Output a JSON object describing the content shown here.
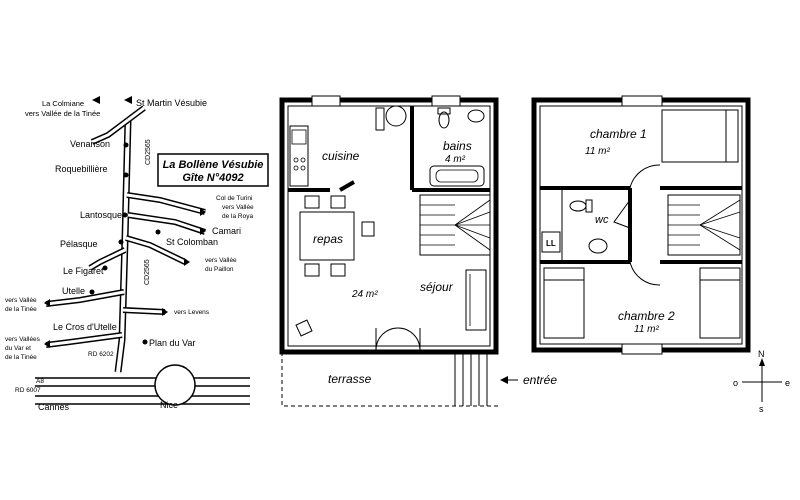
{
  "map": {
    "towns": {
      "st_martin": "St Martin Vésubie",
      "venanson": "Venanson",
      "roquebilliere": "Roquebillière",
      "lantosque": "Lantosque",
      "pelasque": "Pélasque",
      "figaret": "Le Figaret",
      "utelle": "Utelle",
      "cros_utelle": "Le Cros d'Utelle",
      "st_colomban": "St Colomban",
      "camari": "Camari",
      "plan_du_var": "Plan du Var",
      "cannes": "Cannes",
      "nice": "Nice"
    },
    "directions": {
      "colmiane_1": "La Colmiane",
      "colmiane_2": "vers Vallée de la Tinée",
      "turini_1": "Col de Turini",
      "turini_2": "vers Vallée",
      "turini_3": "de la Roya",
      "paillon_1": "vers Vallée",
      "paillon_2": "du Paillon",
      "tinee_1": "vers Vallée",
      "tinee_2": "de la Tinée",
      "levens": "vers Levens",
      "var_1": "vers Vallées",
      "var_2": "du Var et",
      "var_3": "de la Tinée"
    },
    "roads": {
      "cd2565_top": "CD2565",
      "cd2565_bottom": "CD2565",
      "rd6202": "RD 6202",
      "a8": "A8",
      "rd6007": "RD 6007"
    },
    "gite_title": "La Bollène Vésubie",
    "gite_number": "Gîte N°4092"
  },
  "plan_ground": {
    "cuisine": "cuisine",
    "bains": "bains",
    "bains_area": "4 m²",
    "repas": "repas",
    "sejour_area": "24 m²",
    "sejour": "séjour",
    "terrasse": "terrasse",
    "entree": "entrée"
  },
  "plan_upper": {
    "chambre1": "chambre 1",
    "chambre1_area": "11 m²",
    "wc": "wc",
    "ll": "LL",
    "chambre2": "chambre 2",
    "chambre2_area": "11 m²"
  },
  "compass": {
    "n": "N",
    "e": "e",
    "o": "o",
    "s": "s"
  }
}
